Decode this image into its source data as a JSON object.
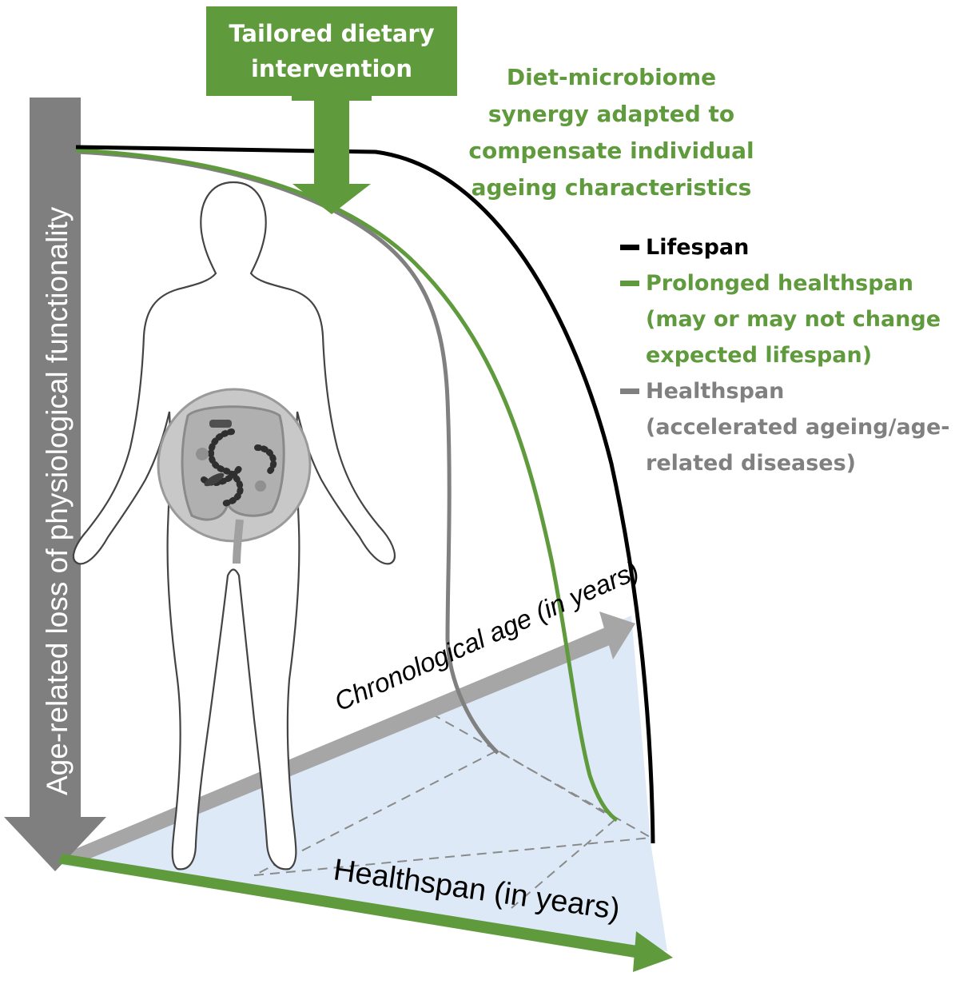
{
  "intervention": {
    "label_line1": "Tailored dietary",
    "label_line2": "intervention"
  },
  "diet_note": {
    "line1": "Diet-microbiome",
    "line2": "synergy adapted to",
    "line3": "compensate individual",
    "line4": "ageing characteristics"
  },
  "legend": {
    "items": [
      {
        "label": "Lifespan",
        "note_lines": [],
        "color": "#000000"
      },
      {
        "label": "Prolonged healthspan",
        "note_lines": [
          "(may or may not change",
          "expected lifespan)"
        ],
        "color": "#5f9a3c"
      },
      {
        "label": "Healthspan",
        "note_lines": [
          "(accelerated ageing/age-",
          "related diseases)"
        ],
        "color": "#808080"
      }
    ]
  },
  "axes": {
    "vertical_label": "Age-related loss of physiological functionality",
    "age_label": "Chronological age (in years)",
    "healthspan_label": "Healthspan (in years)"
  },
  "colors": {
    "green": "#5f9a3c",
    "gray_arrow": "#7f7f7f",
    "light_gray_arrow": "#a6a6a6",
    "floor": "#dde9f6",
    "black": "#000000"
  },
  "icons": {
    "figure": "human-figure-icon",
    "gut": "gut-microbiome-icon"
  }
}
